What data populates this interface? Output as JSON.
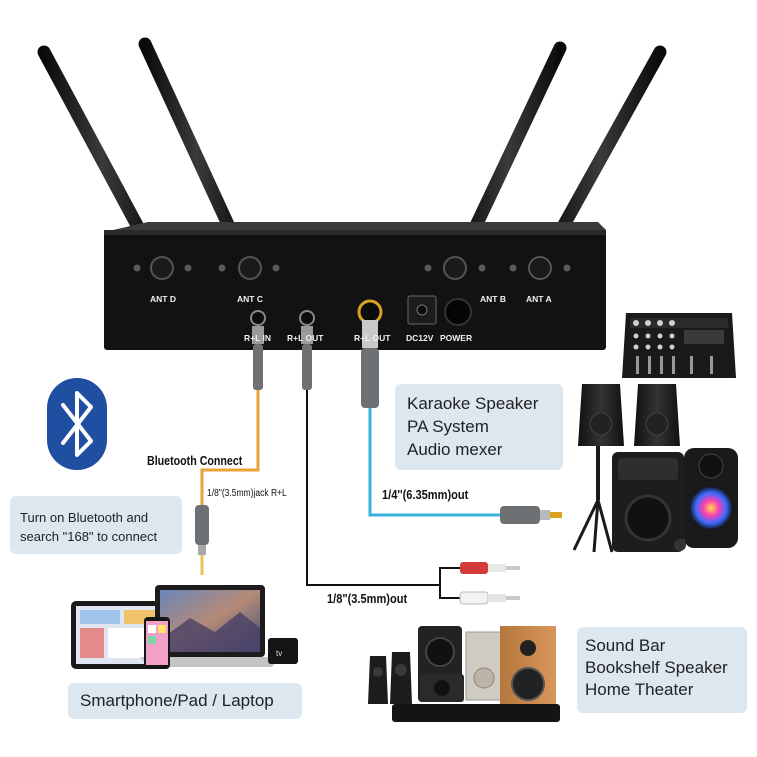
{
  "receiver": {
    "antennas": [
      "ANT D",
      "ANT C",
      "ANT B",
      "ANT A"
    ],
    "ports": {
      "rl_in": "R+L IN",
      "rl_out": "R+L OUT",
      "rl_out_quarter": "R+L OUT",
      "dc": "DC12V",
      "power": "POWER"
    }
  },
  "callouts": {
    "karaoke": [
      "Karaoke Speaker",
      "PA System",
      "Audio mexer"
    ],
    "bluetooth_help": [
      "Turn on Bluetooth and",
      "search \"168\" to connect"
    ],
    "devices": "Smartphone/Pad / Laptop",
    "home": [
      "Sound Bar",
      "Bookshelf Speaker",
      "Home Theater"
    ]
  },
  "cable_labels": {
    "bluetooth_connect": "Bluetooth Connect",
    "jack_eighth_rl": "1/8\"(3.5mm)jack R+L",
    "quarter_out": "1/4''(6.35mm)out",
    "eighth_out": "1/8\"(3.5mm)out"
  },
  "colors": {
    "orange_cable": "#e8a33a",
    "blue_cable": "#39b3de",
    "black_cable": "#111111",
    "callout_bg": "#dce7f0",
    "bluetooth_blue": "#1f4fa0"
  }
}
